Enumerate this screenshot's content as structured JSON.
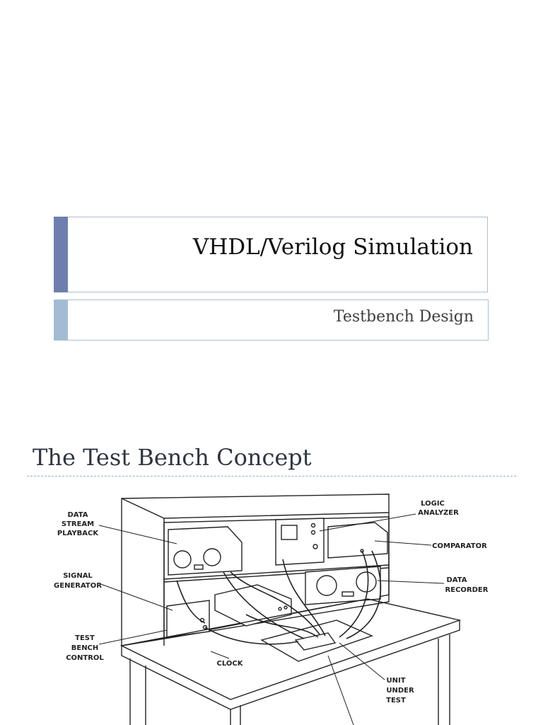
{
  "slide1": {
    "title": "VHDL/Verilog Simulation",
    "subtitle": "Testbench Design"
  },
  "slide2": {
    "title": "The Test Bench Concept",
    "figure": {
      "labels": {
        "data_stream_playback": [
          "DATA",
          "STREAM",
          "PLAYBACK"
        ],
        "signal_generator": [
          "SIGNAL",
          "GENERATOR"
        ],
        "test_bench_control": [
          "TEST",
          "BENCH",
          "CONTROL"
        ],
        "clock": [
          "CLOCK"
        ],
        "logic_analyzer": [
          "LOGIC",
          "ANALYZER"
        ],
        "comparator": [
          "COMPARATOR"
        ],
        "data_recorder": [
          "DATA",
          "RECORDER"
        ],
        "unit_under_test": [
          "UNIT",
          "UNDER",
          "TEST"
        ]
      }
    }
  }
}
